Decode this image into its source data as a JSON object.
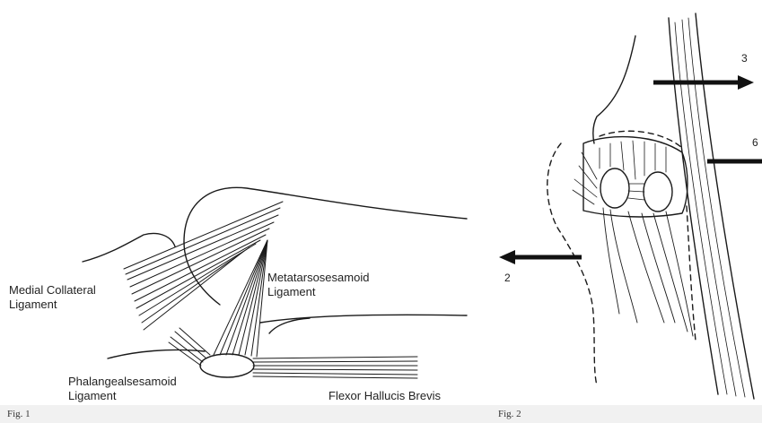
{
  "figure1": {
    "labels": {
      "medial_collateral": [
        "Medial Collateral",
        "Ligament"
      ],
      "metatarsosesamoid": [
        "Metatarsosesamoid",
        "Ligament"
      ],
      "phalangealsesamoid": [
        "Phalangealsesamoid",
        "Ligament"
      ],
      "flexor_hallucis": "Flexor Hallucis Brevis"
    },
    "caption": "Fig. 1"
  },
  "figure2": {
    "arrows": [
      "3",
      "6",
      "2"
    ],
    "caption": "Fig. 2"
  },
  "colors": {
    "ink": "#1a1a1a",
    "background": "#ffffff",
    "band": "#f1f1f1"
  }
}
